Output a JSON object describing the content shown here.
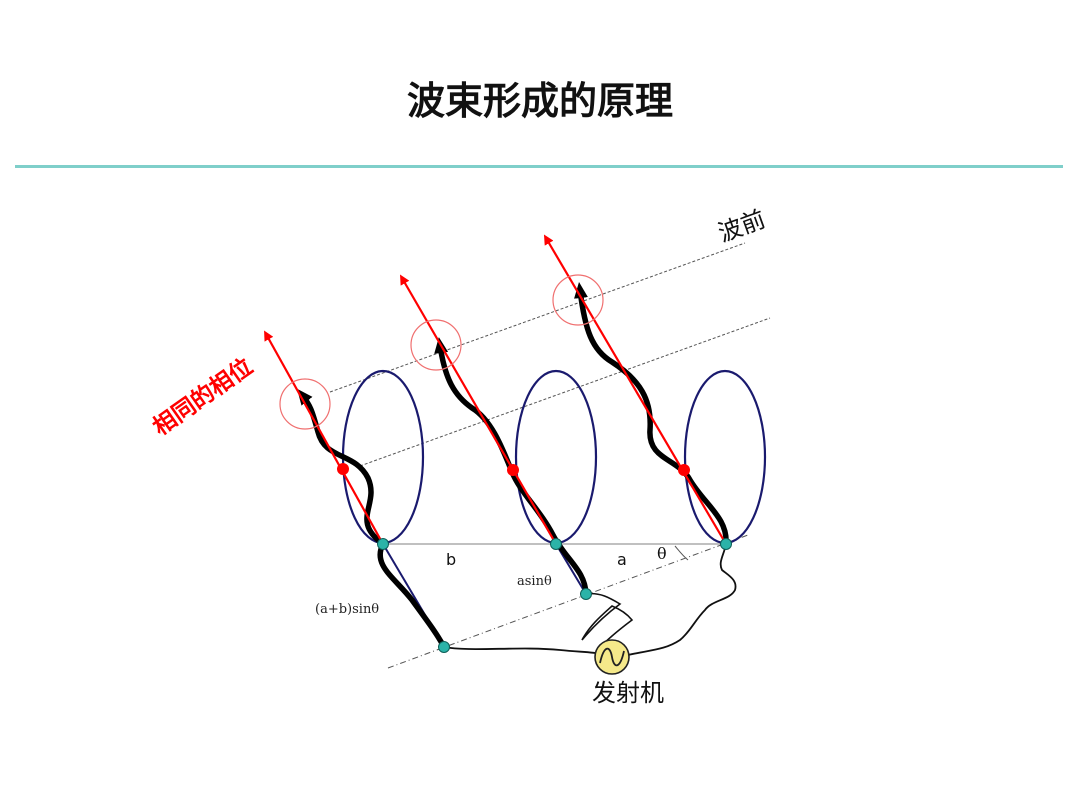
{
  "slide": {
    "title": "波束形成的原理"
  },
  "diagram": {
    "labels": {
      "wavefront": "波前",
      "same_phase": "相同的相位",
      "transmitter": "发射机",
      "spacing_b": "b",
      "spacing_a": "a",
      "angle": "θ",
      "delay_a": "asinθ",
      "delay_ab": "(a+b)sinθ"
    },
    "colors": {
      "accent_rule": "#7fcfca",
      "ray": "#ff0000",
      "antenna_loop": "#1a1a6e",
      "node": "#2bb3a8",
      "transmitter_fill": "#f5e98a"
    },
    "element_count": 3
  }
}
